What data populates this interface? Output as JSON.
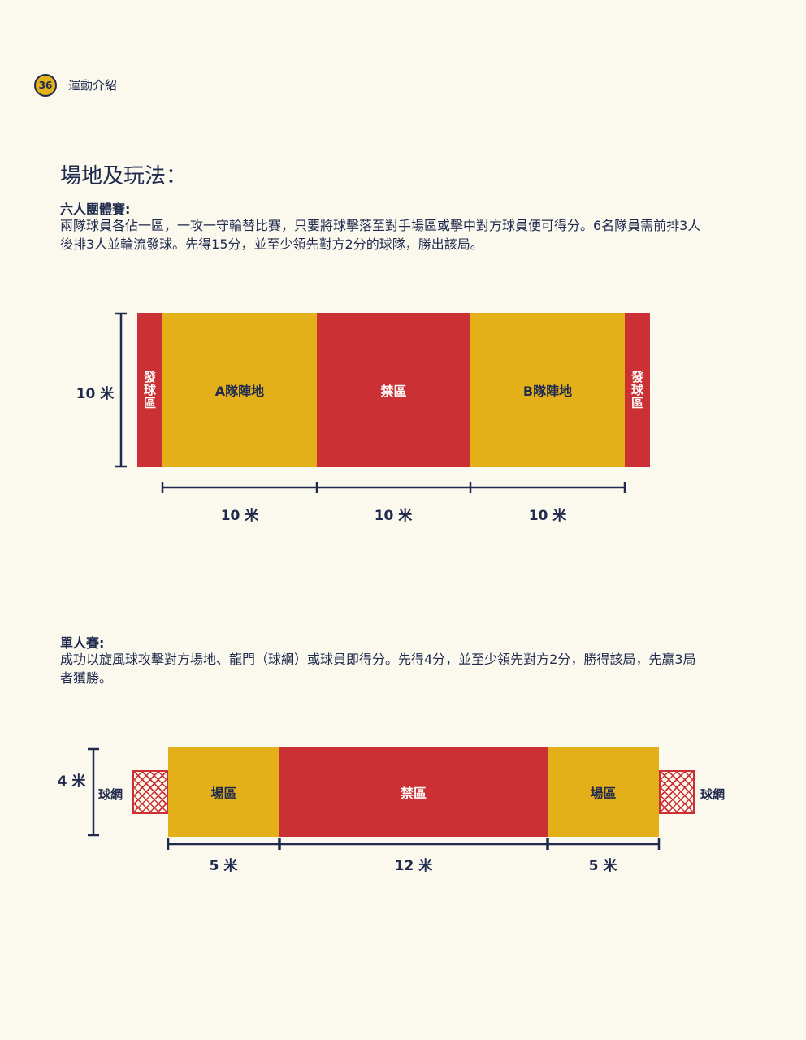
{
  "header": {
    "page_number": "36",
    "section": "運動介紹"
  },
  "title": "場地及玩法：",
  "team": {
    "heading": "六人團體賽:",
    "paragraph_line1": "兩隊球員各佔一區，一攻一守輪替比賽，只要將球擊落至對手場區或擊中對方球員便可得分。6名隊員需前排3人",
    "paragraph_line2": "後排3人並輪流發球。先得15分，並至少領先對方2分的球隊，勝出該局。",
    "court": {
      "serve_left": "發球區",
      "team_a": "A隊陣地",
      "forbidden": "禁區",
      "team_b": "B隊陣地",
      "serve_right": "發球區",
      "height_label": "10 米",
      "width_labels": [
        "10 米",
        "10 米",
        "10 米"
      ]
    }
  },
  "single": {
    "heading": "單人賽:",
    "paragraph_line1": "成功以旋風球攻擊對方場地、龍門（球網）或球員即得分。先得4分，並至少領先對方2分，勝得該局，先贏3局",
    "paragraph_line2": "者獲勝。",
    "court": {
      "net_left": "球網",
      "area_left": "場區",
      "forbidden": "禁區",
      "area_right": "場區",
      "net_right": "球網",
      "height_label": "4 米",
      "width_labels": [
        "5 米",
        "12 米",
        "5 米"
      ]
    }
  },
  "colors": {
    "red": "#cb3134",
    "yellow": "#e3b01a",
    "navy": "#1f2a4d",
    "background": "#fbf8ee"
  }
}
